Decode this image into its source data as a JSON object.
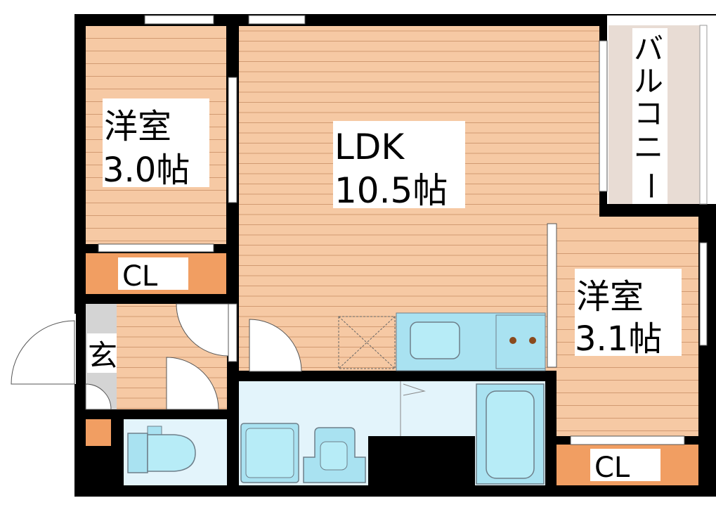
{
  "rooms": {
    "western_left": {
      "name": "洋室",
      "size": "3.0帖"
    },
    "ldk": {
      "name": "LDK",
      "size": "10.5帖"
    },
    "western_right": {
      "name": "洋室",
      "size": "3.1帖"
    },
    "balcony": {
      "chars": [
        "バ",
        "ル",
        "コ",
        "ニ",
        "ー"
      ]
    },
    "entrance": {
      "name": "玄"
    },
    "closet_left": {
      "name": "CL"
    },
    "closet_right": {
      "name": "CL"
    }
  },
  "colors": {
    "wall": "#000000",
    "floor_wood": "#f6c9a4",
    "floor_line": "#d19a72",
    "closet": "#f19e62",
    "balcony": "#e8dcd4",
    "wet_area": "#e3f4fb",
    "fixture_blue": "#a9e2f1",
    "fixture_stroke": "#6e7f8a",
    "entrance_floor": "#d4d4d4"
  }
}
